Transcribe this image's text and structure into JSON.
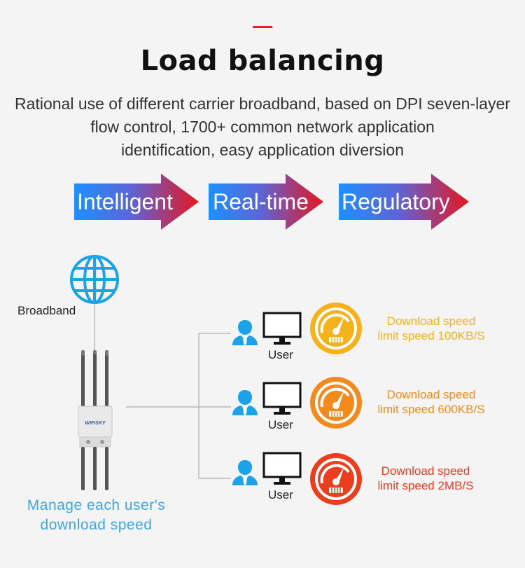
{
  "header": {
    "title": "Load balancing",
    "subtitle_lines": [
      "Rational use of different carrier broadband, based on DPI seven-layer",
      "flow control, 1700+ common network application",
      "identification, easy application diversion"
    ]
  },
  "arrows": [
    {
      "label": "Intelligent"
    },
    {
      "label": "Real-time"
    },
    {
      "label": "Regulatory"
    }
  ],
  "diagram": {
    "broadband_label": "Broadband",
    "device_brand": "WIFISKY",
    "manage_lines": [
      "Manage each user's",
      "download speed"
    ],
    "users": [
      {
        "label": "User",
        "speed_title": "Download speed",
        "speed_limit": "limit speed 100KB/S",
        "color": "#f5b21a"
      },
      {
        "label": "User",
        "speed_title": "Download speed",
        "speed_limit": "limit speed 600KB/S",
        "color": "#f28a1c"
      },
      {
        "label": "User",
        "speed_title": "Download speed",
        "speed_limit": "limit speed 2MB/S",
        "color": "#ec3d1e"
      }
    ]
  },
  "colors": {
    "accent": "#e0262b",
    "arrow_start": "#1e90ff",
    "arrow_end": "#e8151e",
    "globe": "#1aa3e8",
    "user_icon": "#1aa3e8",
    "manage_text": "#3aa7e8"
  }
}
